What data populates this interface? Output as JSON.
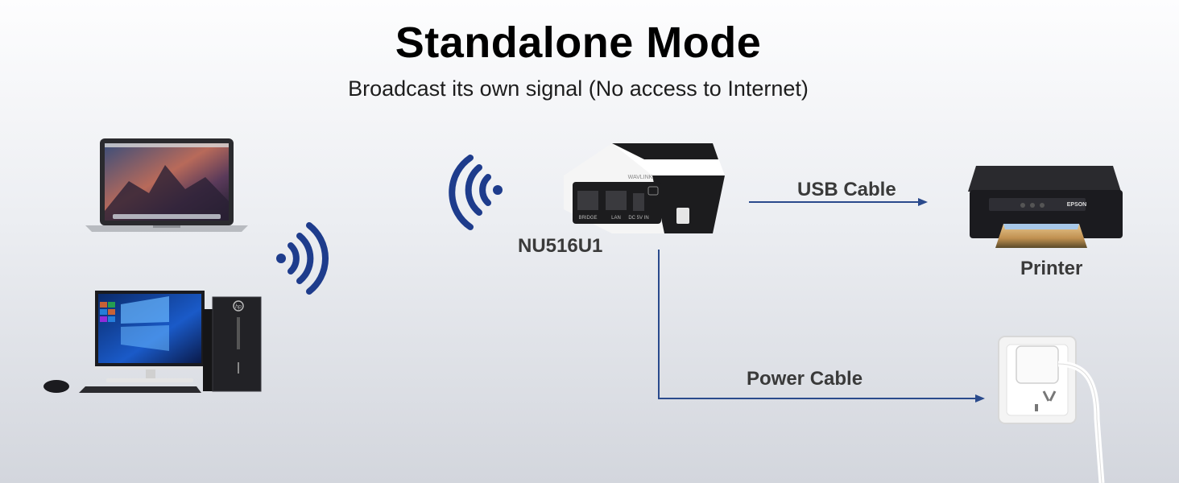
{
  "header": {
    "title": "Standalone Mode",
    "subtitle": "Broadcast its own signal (No access to Internet)"
  },
  "device": {
    "model": "NU516U1",
    "logo_text": "WAVLINK",
    "port_labels": [
      "BRIDGE",
      "LAN",
      "DC 5V IN"
    ]
  },
  "connections": {
    "usb_label": "USB Cable",
    "power_label": "Power Cable"
  },
  "printer": {
    "label": "Printer",
    "brand": "EPSON"
  },
  "colors": {
    "arrow": "#2a4a8c",
    "wifi": "#1e3c8c"
  },
  "icons": [
    "laptop-icon",
    "desktop-computer-icon",
    "wifi-signal-icon",
    "print-server-icon",
    "printer-icon",
    "wall-outlet-icon"
  ]
}
